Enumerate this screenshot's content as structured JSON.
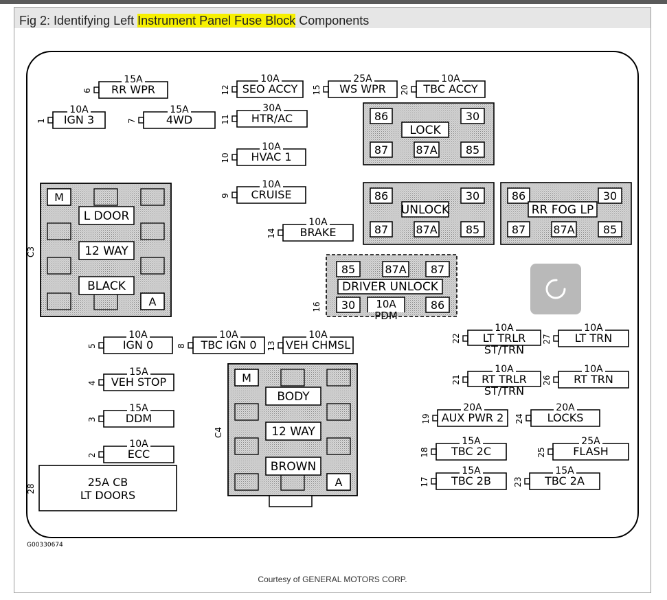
{
  "caption": {
    "prefix": "Fig 2: Identifying Left ",
    "highlight": "Instrument Panel Fuse Block",
    "suffix": " Components"
  },
  "figure_code": "G00330674",
  "credit": "Courtesy of GENERAL MOTORS CORP.",
  "fuses": [
    {
      "id": "6",
      "rating": "15A",
      "label": "RR WPR"
    },
    {
      "id": "12",
      "rating": "10A",
      "label": "SEO ACCY"
    },
    {
      "id": "15",
      "rating": "25A",
      "label": "WS WPR"
    },
    {
      "id": "20",
      "rating": "10A",
      "label": "TBC ACCY"
    },
    {
      "id": "1",
      "rating": "10A",
      "label": "IGN 3"
    },
    {
      "id": "7",
      "rating": "15A",
      "label": "4WD"
    },
    {
      "id": "11",
      "rating": "30A",
      "label": "HTR/AC"
    },
    {
      "id": "10",
      "rating": "10A",
      "label": "HVAC 1"
    },
    {
      "id": "9",
      "rating": "10A",
      "label": "CRUISE"
    },
    {
      "id": "14",
      "rating": "10A",
      "label": "BRAKE"
    },
    {
      "id": "5",
      "rating": "10A",
      "label": "IGN 0"
    },
    {
      "id": "8",
      "rating": "10A",
      "label": "TBC IGN 0"
    },
    {
      "id": "13",
      "rating": "10A",
      "label": "VEH CHMSL"
    },
    {
      "id": "4",
      "rating": "15A",
      "label": "VEH STOP"
    },
    {
      "id": "3",
      "rating": "15A",
      "label": "DDM"
    },
    {
      "id": "2",
      "rating": "10A",
      "label": "ECC"
    },
    {
      "id": "22",
      "rating": "10A",
      "label": "LT TRLR",
      "label2": "ST/TRN"
    },
    {
      "id": "27",
      "rating": "10A",
      "label": "LT TRN"
    },
    {
      "id": "21",
      "rating": "10A",
      "label": "RT TRLR",
      "label2": "ST/TRN"
    },
    {
      "id": "26",
      "rating": "10A",
      "label": "RT TRN"
    },
    {
      "id": "19",
      "rating": "20A",
      "label": "AUX PWR 2"
    },
    {
      "id": "24",
      "rating": "20A",
      "label": "LOCKS"
    },
    {
      "id": "18",
      "rating": "15A",
      "label": "TBC 2C"
    },
    {
      "id": "25",
      "rating": "25A",
      "label": "FLASH"
    },
    {
      "id": "17",
      "rating": "15A",
      "label": "TBC 2B"
    },
    {
      "id": "23",
      "rating": "15A",
      "label": "TBC 2A"
    }
  ],
  "circuit_breaker": {
    "id": "28",
    "rating": "25A CB",
    "label": "LT DOORS"
  },
  "relays": [
    {
      "name": "LOCK",
      "pins": [
        "86",
        "30",
        "87",
        "87A",
        "85"
      ]
    },
    {
      "name": "UNLOCK",
      "pins": [
        "86",
        "30",
        "87",
        "87A",
        "85"
      ]
    },
    {
      "name": "RR FOG LP",
      "pins": [
        "86",
        "30",
        "87",
        "87A",
        "85"
      ]
    },
    {
      "name": "DRIVER UNLOCK",
      "id": "16",
      "pins": [
        "85",
        "87A",
        "87",
        "30",
        "86"
      ],
      "inner_rating": "10A",
      "inner_label": "PDM"
    }
  ],
  "connectors": [
    {
      "id": "C3",
      "pin_m": "M",
      "pin_a": "A",
      "lines": [
        "L DOOR",
        "12 WAY",
        "BLACK"
      ]
    },
    {
      "id": "C4",
      "pin_m": "M",
      "pin_a": "A",
      "lines": [
        "BODY",
        "12 WAY",
        "BROWN"
      ]
    }
  ],
  "loading_icon": "spinner-icon",
  "colors": {
    "highlight": "#f7f000",
    "relay_fill": "#cfcfcf",
    "spinner_bg": "#a5a5a5"
  }
}
